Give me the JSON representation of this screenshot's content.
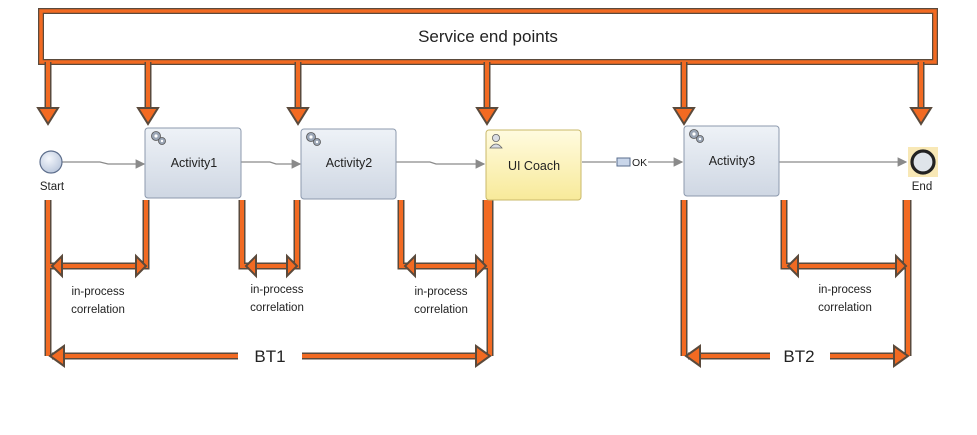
{
  "header": {
    "title": "Service end points"
  },
  "events": {
    "start": "Start",
    "end": "End"
  },
  "activities": [
    {
      "label": "Activity1",
      "icon": "gears-icon"
    },
    {
      "label": "Activity2",
      "icon": "gears-icon"
    },
    {
      "label": "UI Coach",
      "icon": "user-icon"
    },
    {
      "label": "Activity3",
      "icon": "gears-icon"
    }
  ],
  "connector": {
    "ok_label": "OK"
  },
  "correlation": {
    "line1": "in-process",
    "line2": "correlation"
  },
  "transactions": {
    "bt1": "BT1",
    "bt2": "BT2"
  },
  "colors": {
    "arrow": "#f26a22",
    "arrow_stroke": "#5a4a3c",
    "activity_fill": "#dfe5ee",
    "coach_fill": "#fbf2b4",
    "flow_line": "#8a8a8a"
  }
}
